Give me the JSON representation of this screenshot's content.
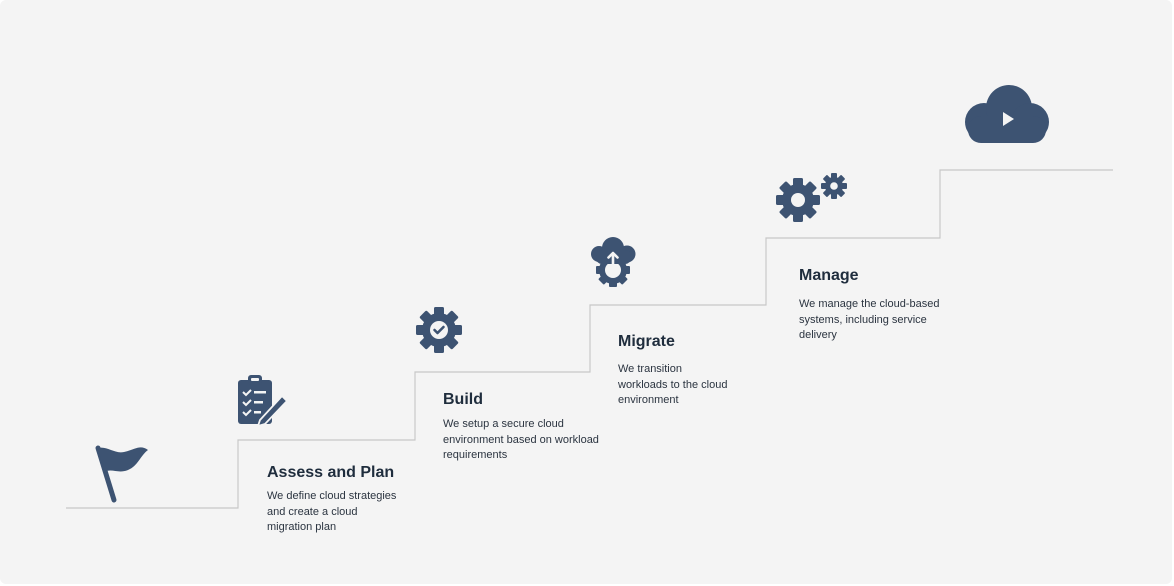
{
  "colors": {
    "background": "#f4f4f4",
    "icon": "#3d5372",
    "line": "#c8c8c8",
    "title": "#1f2d3d",
    "text": "#2b3440"
  },
  "start_icon": "flag-icon",
  "end_icon": "cloud-play-icon",
  "steps": [
    {
      "title": "Assess and Plan",
      "description": "We define cloud strategies\nand create  a cloud\nmigration plan",
      "icon": "clipboard-checklist-icon"
    },
    {
      "title": "Build",
      "description": "We setup a secure cloud\nenvironment based on workload\nrequirements",
      "icon": "gear-check-icon"
    },
    {
      "title": "Migrate",
      "description": "We transition\nworkloads to the cloud\nenvironment",
      "icon": "cloud-upload-gear-icon"
    },
    {
      "title": "Manage",
      "description": "We manage the cloud-based\nsystems, including service\ndelivery",
      "icon": "gears-icon"
    }
  ]
}
